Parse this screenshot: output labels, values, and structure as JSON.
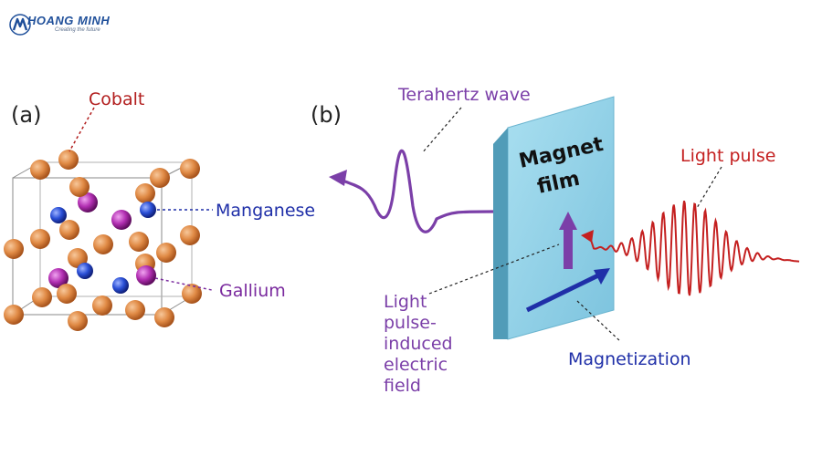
{
  "brand": {
    "name": "HOANG MINH",
    "tagline": "Creating the future",
    "color": "#1f4f9a"
  },
  "panel_a": {
    "tag": "(a)",
    "labels": {
      "cobalt": "Cobalt",
      "manganese": "Manganese",
      "gallium": "Gallium"
    },
    "colors": {
      "cobalt": "#d9742e",
      "manganese": "#1f3fb5",
      "gallium": "#9a1f9a",
      "cobalt_label": "#b21e1e",
      "manganese_label": "#1f2fa8",
      "gallium_label": "#7a2a9e"
    }
  },
  "panel_b": {
    "tag": "(b)",
    "labels": {
      "terahertz": "Terahertz wave",
      "light_pulse": "Light pulse",
      "film_line1": "Magnet",
      "film_line2": "film",
      "efield_lines": [
        "Light",
        "pulse-",
        "induced",
        "electric",
        "field"
      ],
      "magnetization": "Magnetization"
    },
    "colors": {
      "terahertz": "#7b3fa8",
      "light_pulse": "#c42020",
      "film": "#8fd0e6",
      "magnetization": "#1f2fa8"
    }
  }
}
